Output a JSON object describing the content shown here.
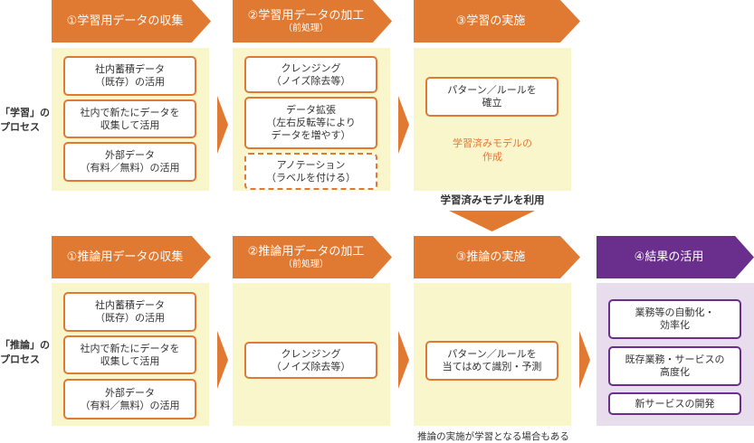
{
  "learning": {
    "label": "「学習」の\nプロセス",
    "step1": {
      "title": "①学習用データの収集",
      "items": [
        "社内蓄積データ\n（既存）の活用",
        "社内で新たにデータを\n収集して活用",
        "外部データ\n（有料／無料）の活用"
      ]
    },
    "step2": {
      "title": "②学習用データの加工",
      "subtitle": "（前処理）",
      "items": [
        "クレンジング\n（ノイズ除去等）",
        "データ拡張\n（左右反転等により\nデータを増やす）",
        "アノテーション\n（ラベルを付ける）"
      ]
    },
    "step3": {
      "title": "③学習の実施",
      "items": [
        "パターン／ルールを\n確立"
      ],
      "result": "学習済みモデルの\n作成"
    }
  },
  "link_label": "学習済みモデルを利用",
  "inference": {
    "label": "「推論」の\nプロセス",
    "step1": {
      "title": "①推論用データの収集",
      "items": [
        "社内蓄積データ\n（既存）の活用",
        "社内で新たにデータを\n収集して活用",
        "外部データ\n（有料／無料）の活用"
      ]
    },
    "step2": {
      "title": "②推論用データの加工",
      "subtitle": "（前処理）",
      "items": [
        "クレンジング\n（ノイズ除去等）"
      ]
    },
    "step3": {
      "title": "③推論の実施",
      "items": [
        "パターン／ルールを\n当てはめて識別・予測"
      ]
    },
    "step4": {
      "title": "④結果の活用",
      "items": [
        "業務等の自動化・\n効率化",
        "既存業務・サービスの\n高度化",
        "新サービスの開発"
      ]
    }
  },
  "footnote": "推論の実施が学習となる場合もある",
  "colors": {
    "orange": "#E07A32",
    "purple": "#6A2E8C",
    "yellow_bg": "#FAF6CC",
    "purple_bg": "#E8DDEC"
  }
}
